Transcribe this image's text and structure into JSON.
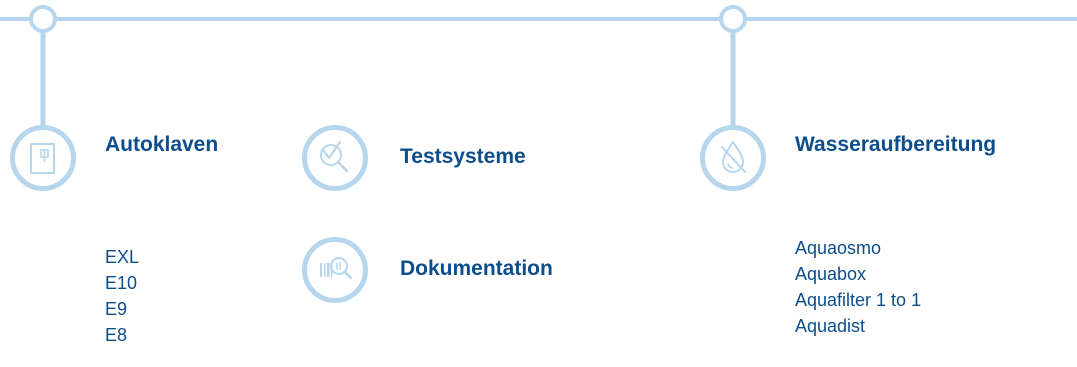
{
  "categories": {
    "autoklaven": {
      "title": "Autoklaven",
      "icon": "autoclave-icon",
      "items": [
        "EXL",
        "E10",
        "E9",
        "E8"
      ]
    },
    "testsysteme": {
      "title": "Testsysteme",
      "icon": "test-magnifier-icon"
    },
    "dokumentation": {
      "title": "Dokumentation",
      "icon": "barcode-search-icon"
    },
    "wasseraufbereitung": {
      "title": "Wasseraufbereitung",
      "icon": "water-drop-icon",
      "items": [
        "Aquaosmo",
        "Aquabox",
        "Aquafilter 1 to 1",
        "Aquadist"
      ]
    }
  },
  "colors": {
    "line": "#b6d6ee",
    "text": "#0c4d8c"
  }
}
